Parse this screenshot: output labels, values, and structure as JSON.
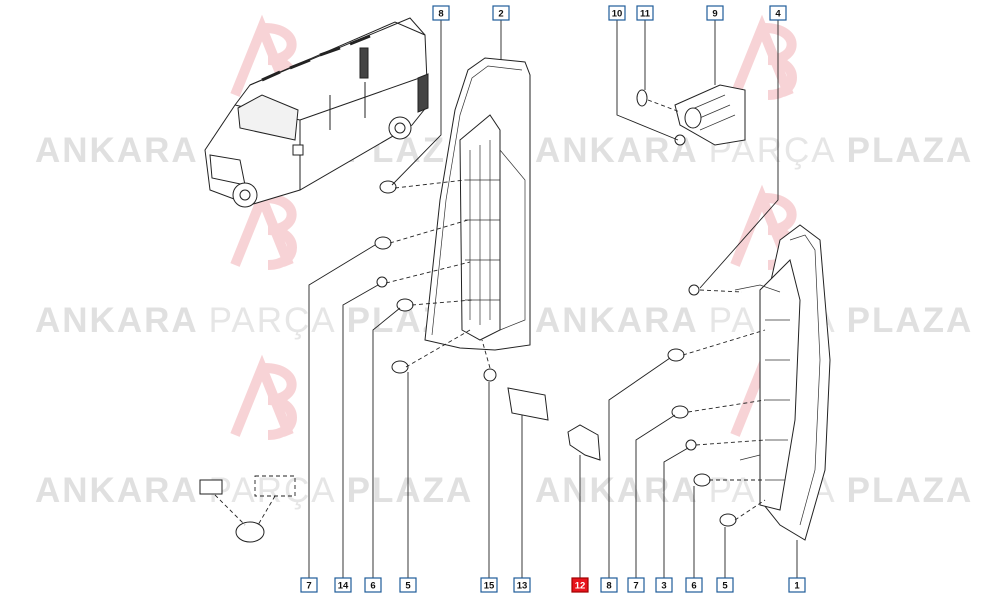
{
  "watermark": {
    "brand_bold": "ANKARA",
    "brand_light": "PARÇA",
    "brand_bold2": "PLAZA",
    "logo_color": "#f6c9cc",
    "text_color": "#e0e0e0"
  },
  "callouts": [
    {
      "id": "c8-top",
      "label": "8"
    },
    {
      "id": "c2-top",
      "label": "2"
    },
    {
      "id": "c10-top",
      "label": "10"
    },
    {
      "id": "c11-top",
      "label": "11"
    },
    {
      "id": "c9-top",
      "label": "9"
    },
    {
      "id": "c4-top",
      "label": "4"
    },
    {
      "id": "c7-left",
      "label": "7"
    },
    {
      "id": "c14",
      "label": "14"
    },
    {
      "id": "c6-left",
      "label": "6"
    },
    {
      "id": "c5-left",
      "label": "5"
    },
    {
      "id": "c15",
      "label": "15"
    },
    {
      "id": "c13",
      "label": "13"
    },
    {
      "id": "c12",
      "label": "12",
      "highlight": true
    },
    {
      "id": "c8-bottom",
      "label": "8"
    },
    {
      "id": "c7-right",
      "label": "7"
    },
    {
      "id": "c3",
      "label": "3"
    },
    {
      "id": "c6-right",
      "label": "6"
    },
    {
      "id": "c5-right",
      "label": "5"
    },
    {
      "id": "c1",
      "label": "1"
    }
  ],
  "colors": {
    "callout_border": "#1f5c99",
    "highlight": "#e8141c",
    "line": "#222222"
  }
}
